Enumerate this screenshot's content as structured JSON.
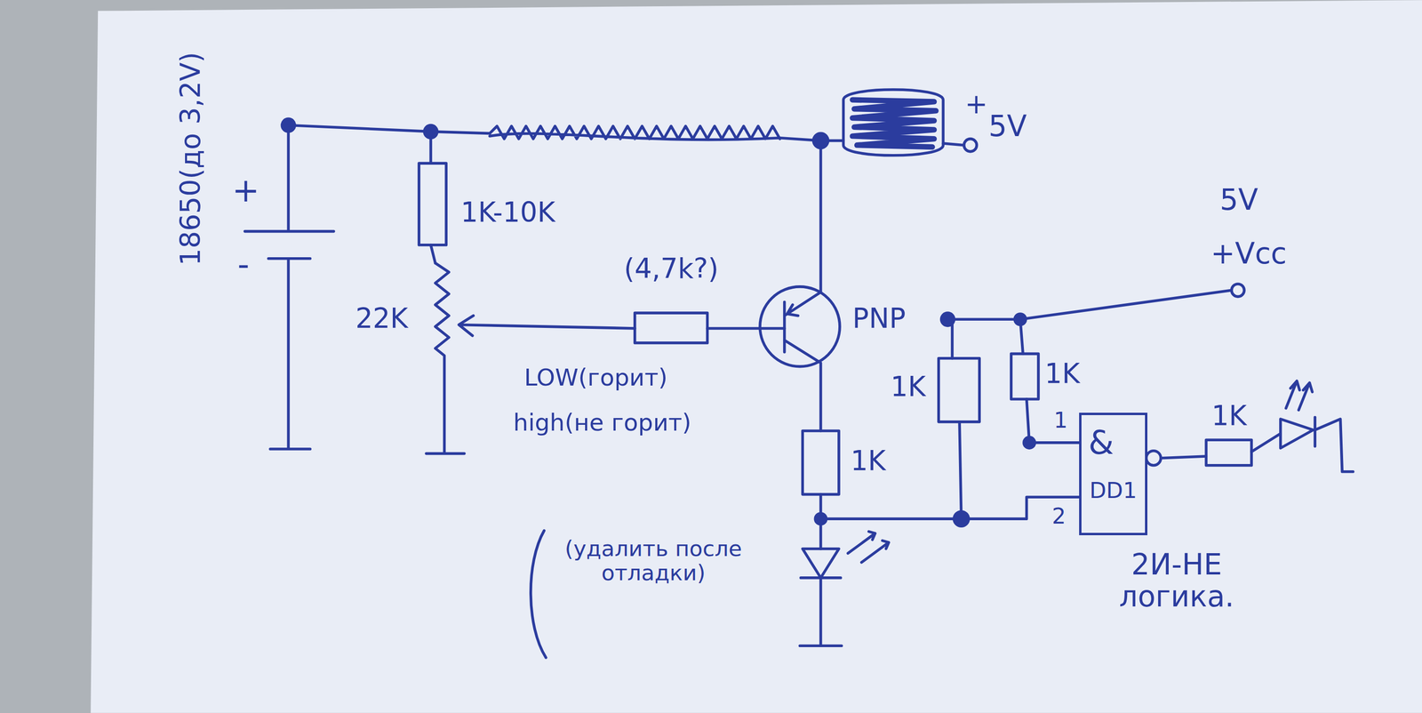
{
  "diagram": {
    "nodes": [
      {
        "text": [
          "&",
          "DD1"
        ]
      }
    ],
    "labels": [
      "18650(до 3,2V)",
      "+",
      "-",
      "1K-10K",
      "22K",
      "(4,7k?)",
      "LOW(горит)",
      "high(не горит)",
      "+",
      "5V",
      "PNP",
      "1K",
      "(удалить после отладки)",
      "5V",
      "+Vcc",
      "1K",
      "1K",
      "1",
      "2",
      "1K",
      "2И-НЕ логика."
    ]
  }
}
